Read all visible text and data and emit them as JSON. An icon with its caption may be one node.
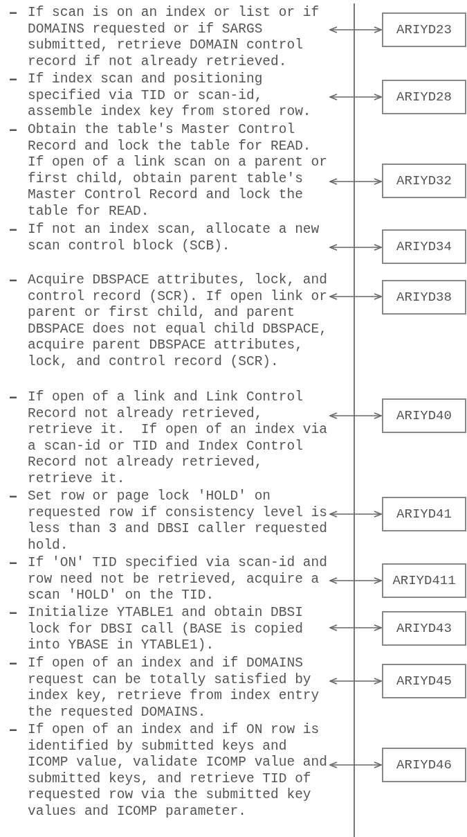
{
  "diagram": {
    "nodes": [
      {
        "text": [
          "If scan is on an index or list or if DOMAINS requested or if SARGS submitted, retrieve DOMAIN control record if not already retrieved."
        ]
      },
      {
        "text": [
          "ARIYD23"
        ]
      },
      {
        "text": [
          "If index scan and positioning specified via TID or scan-id, assemble index key from stored row."
        ]
      },
      {
        "text": [
          "ARIYD28"
        ]
      },
      {
        "text": [
          "Obtain the table's Master Control Record and lock the table for READ. If open of a link scan on a parent or first child, obtain parent table's Master Control Record and lock the table for READ."
        ]
      },
      {
        "text": [
          "ARIYD32"
        ]
      },
      {
        "text": [
          "If not an index scan, allocate a new scan control block (SCB)."
        ]
      },
      {
        "text": [
          "ARIYD34"
        ]
      },
      {
        "text": [
          "Acquire DBSPACE attributes, lock, and control record (SCR). If open link or parent or first child, and parent DBSPACE does not equal child DBSPACE, acquire parent DBSPACE attributes, lock, and control record (SCR)."
        ]
      },
      {
        "text": [
          "ARIYD38"
        ]
      },
      {
        "text": [
          "If open of a link and Link Control Record not already retrieved, retrieve it.  If open of an index via a scan-id or TID and Index Control Record not already retrieved, retrieve it."
        ]
      },
      {
        "text": [
          "ARIYD40"
        ]
      },
      {
        "text": [
          "Set row or page lock 'HOLD' on requested row if consistency level is less than 3 and DBSI caller requested hold."
        ]
      },
      {
        "text": [
          "ARIYD41"
        ]
      },
      {
        "text": [
          "If 'ON' TID specified via scan-id and row need not be retrieved, acquire a scan 'HOLD' on the TID."
        ]
      },
      {
        "text": [
          "ARIYD411"
        ]
      },
      {
        "text": [
          "Initialize YTABLE1 and obtain DBSI lock for DBSI call (BASE is copied into YBASE in YTABLE1)."
        ]
      },
      {
        "text": [
          "ARIYD43"
        ]
      },
      {
        "text": [
          "If open of an index and if DOMAINS request can be totally satisfied by index key, retrieve from index entry the requested DOMAINS."
        ]
      },
      {
        "text": [
          "ARIYD45"
        ]
      },
      {
        "text": [
          "If open of an index and if ON row is identified by submitted keys and ICOMP value, validate ICOMP value and submitted keys, and retrieve TID of requested row via the submitted key values and ICOMP parameter."
        ]
      },
      {
        "text": [
          "ARIYD46"
        ]
      }
    ],
    "edges": [
      {
        "from": 0,
        "to": 1,
        "arrow": "both"
      },
      {
        "from": 2,
        "to": 3,
        "arrow": "both"
      },
      {
        "from": 4,
        "to": 5,
        "arrow": "both"
      },
      {
        "from": 6,
        "to": 7,
        "arrow": "both"
      },
      {
        "from": 8,
        "to": 9,
        "arrow": "both"
      },
      {
        "from": 10,
        "to": 11,
        "arrow": "both"
      },
      {
        "from": 12,
        "to": 13,
        "arrow": "both"
      },
      {
        "from": 14,
        "to": 15,
        "arrow": "both"
      },
      {
        "from": 16,
        "to": 17,
        "arrow": "both"
      },
      {
        "from": 18,
        "to": 19,
        "arrow": "both"
      },
      {
        "from": 20,
        "to": 21,
        "arrow": "both"
      }
    ]
  }
}
